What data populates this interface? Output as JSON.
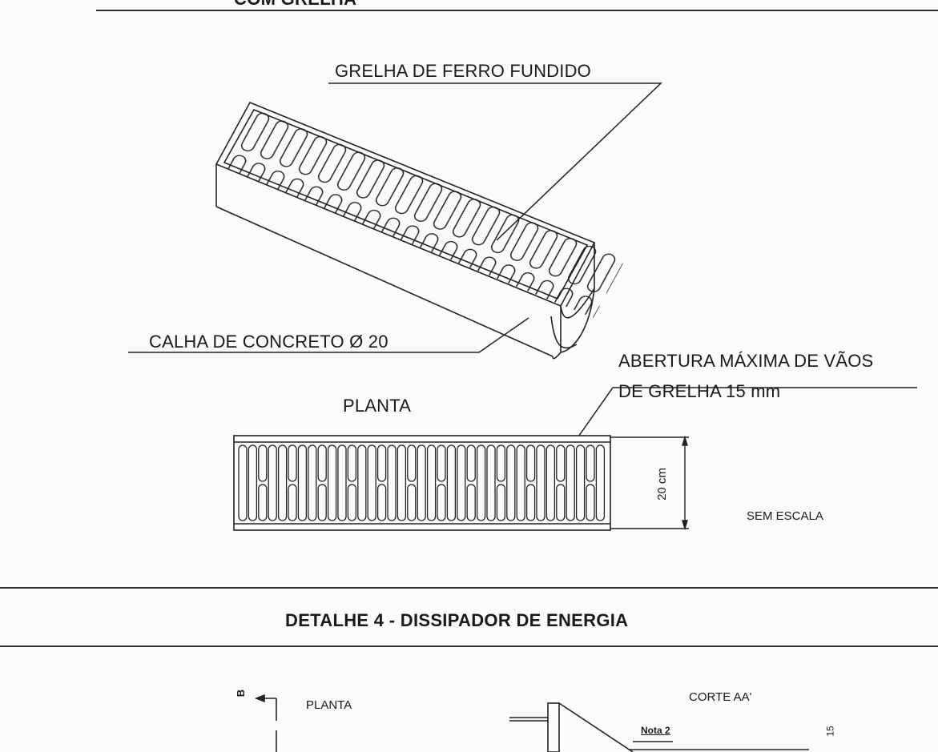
{
  "top_heading_fragment": "COM GRELHA",
  "labels": {
    "grelha": "GRELHA DE FERRO FUNDIDO",
    "calha": "CALHA DE CONCRETO Ø 20",
    "abertura_line1": "ABERTURA MÁXIMA DE VÃOS",
    "abertura_line2": "DE GRELHA 15 mm",
    "planta": "PLANTA",
    "dimension": "20 cm",
    "scale": "SEM ESCALA"
  },
  "detail4": {
    "title": "DETALHE 4 - DISSIPADOR DE ENERGIA",
    "section_marker": "B",
    "planta": "PLANTA",
    "corte": "CORTE AA'",
    "nota": "Nota 2",
    "edge_number": "15"
  }
}
